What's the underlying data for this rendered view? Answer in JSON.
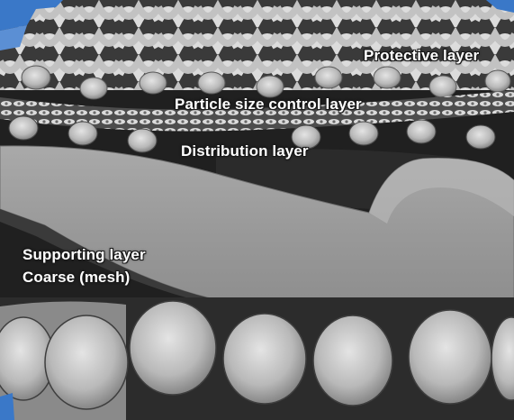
{
  "labels": {
    "protective": "Protective layer",
    "particle_size": "Particle size control layer",
    "distribution": "Distribution layer",
    "supporting": "Supporting layer",
    "coarse": "Coarse (mesh)"
  },
  "colors": {
    "accent_blue": "#3a78c8",
    "photo_light": "#d8d8d8",
    "photo_mid": "#9a9a9a",
    "photo_dark": "#1c1c1c"
  }
}
